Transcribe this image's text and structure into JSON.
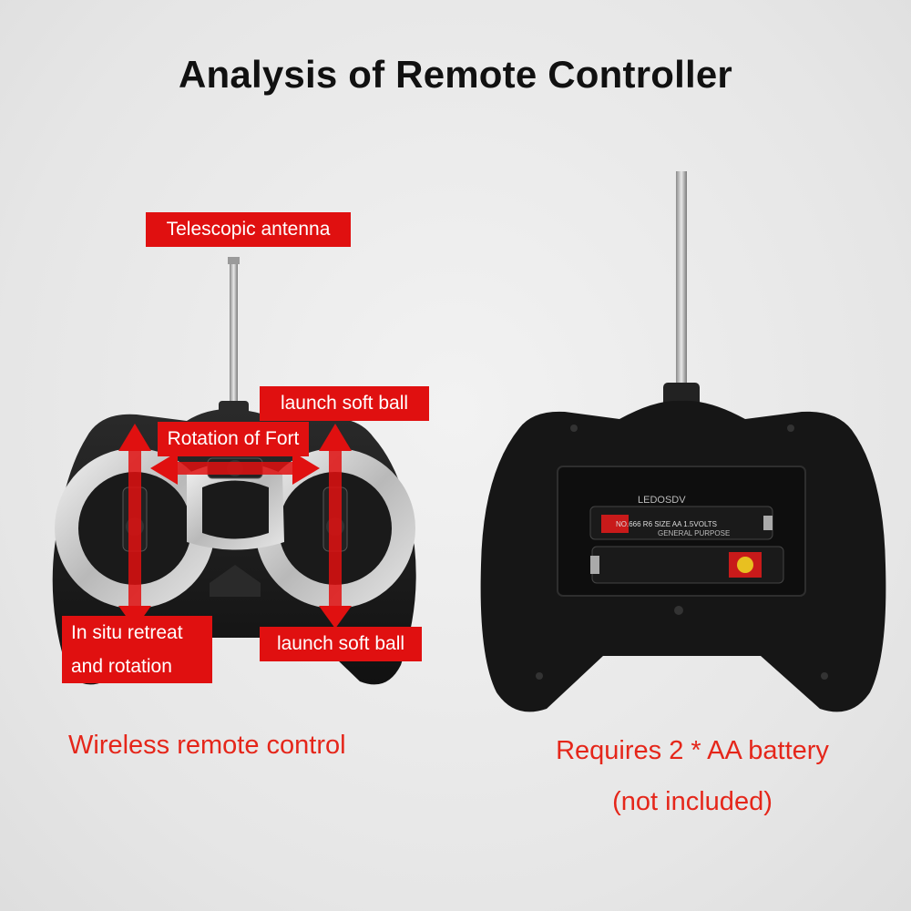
{
  "title": "Analysis of Remote Controller",
  "labels": {
    "telescopic_antenna": "Telescopic antenna",
    "launch_soft_ball_top": "launch soft ball",
    "rotation_of_fort": "Rotation of Fort",
    "in_situ_line1": "In situ retreat",
    "in_situ_line2": "and rotation",
    "launch_soft_ball_bottom": "launch soft ball"
  },
  "captions": {
    "left": "Wireless remote control",
    "right_line1": "Requires 2 * AA battery",
    "right_line2": "(not included)"
  },
  "battery": {
    "brand": "LEDOSDV",
    "spec": "NO.666  R6  SIZE  AA  1.5VOLTS",
    "purpose": "GENERAL PURPOSE"
  },
  "colors": {
    "label_red": "#e01010",
    "caption_red": "#e5261a",
    "controller_black": "#1c1c1c"
  }
}
